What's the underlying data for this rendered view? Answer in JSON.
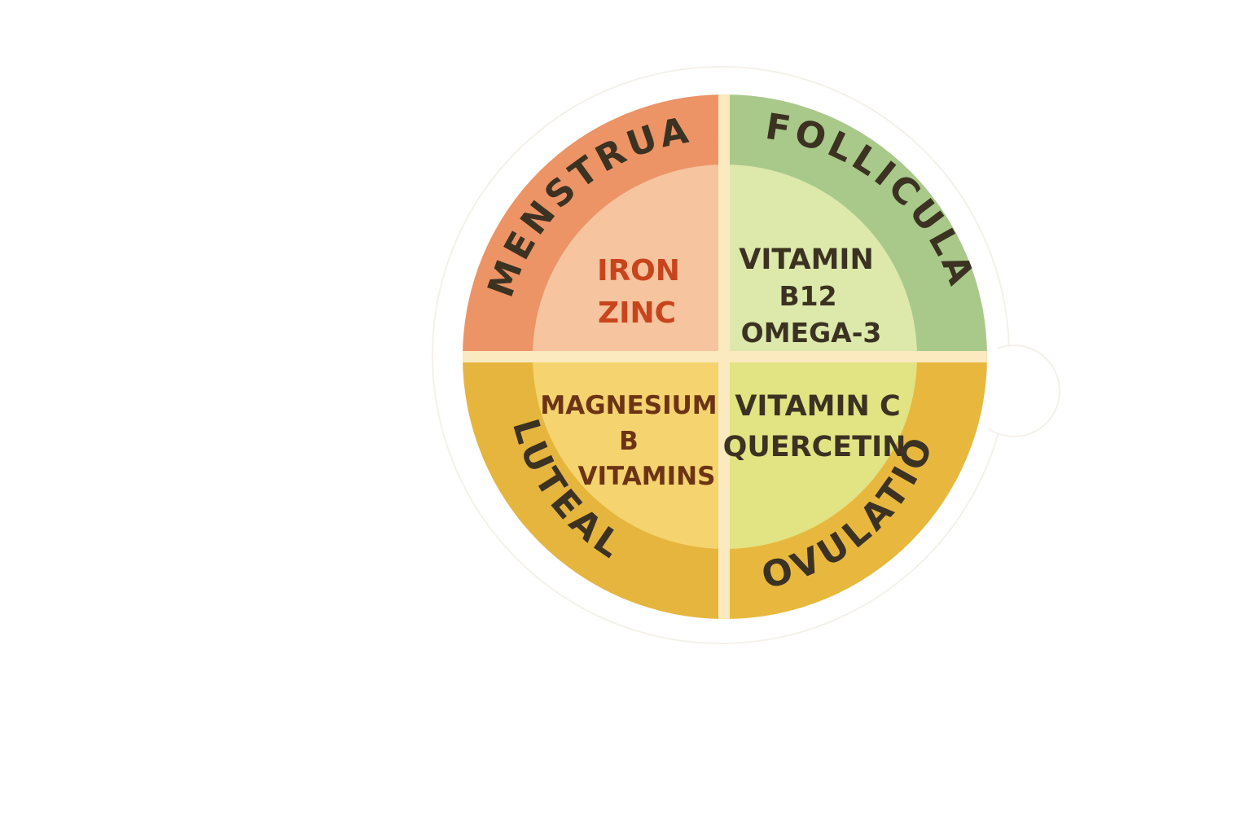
{
  "wheel": {
    "quadrants": [
      {
        "id": "menstrual",
        "phase": "MENSTRUAL",
        "nutrients": [
          "IRON",
          "ZINC"
        ],
        "outer_color": "#ec9466",
        "inner_color": "#f6c49e",
        "text_color": "#c8441c"
      },
      {
        "id": "follicular",
        "phase": "FOLLICULAR",
        "nutrients": [
          "VITAMIN",
          "B12",
          "OMEGA-3"
        ],
        "outer_color": "#a9c98a",
        "inner_color": "#dde8ab",
        "text_color": "#3b3222"
      },
      {
        "id": "luteal",
        "phase": "LUTEAL",
        "nutrients": [
          "MAGNESIUM",
          "B",
          "VITAMINS"
        ],
        "outer_color": "#e6b53e",
        "inner_color": "#f5d36e",
        "text_color": "#6b3416"
      },
      {
        "id": "ovulation",
        "phase": "OVULATION",
        "nutrients": [
          "VITAMIN C",
          "QUERCETIN"
        ],
        "outer_color": "#e8b83e",
        "inner_color": "#e2e382",
        "text_color": "#3b3222"
      }
    ],
    "divider_color": "#fbe9bf"
  }
}
